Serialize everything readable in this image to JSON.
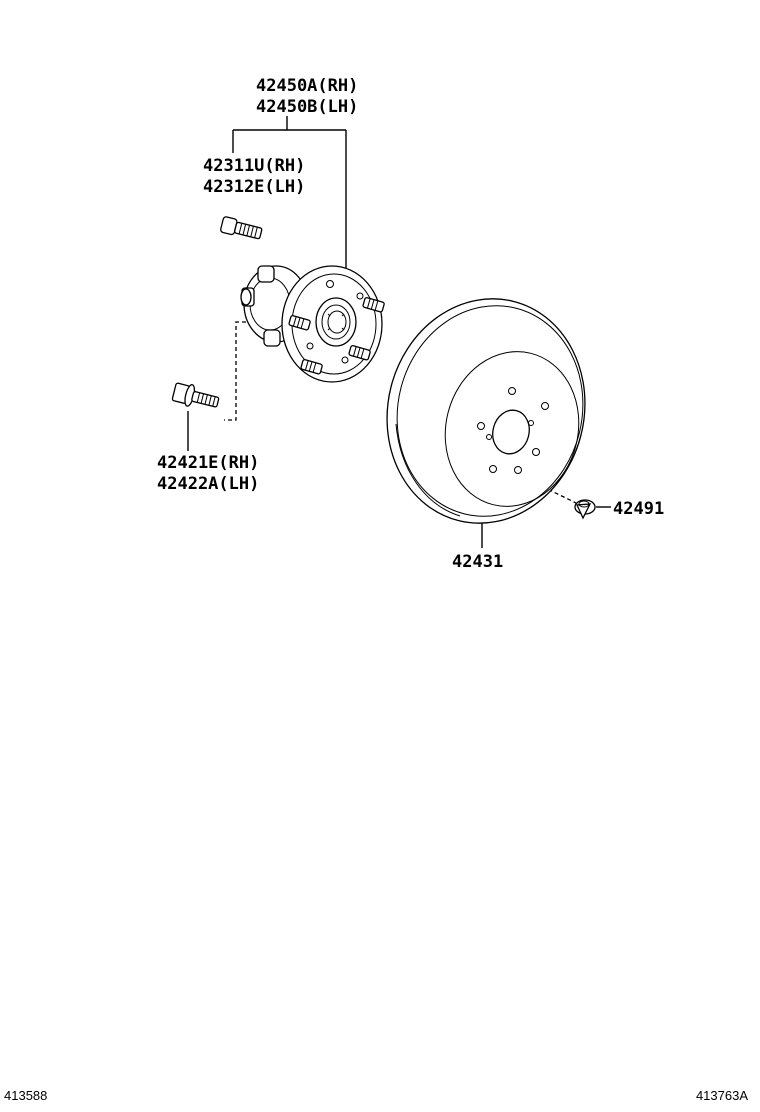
{
  "labels": {
    "hub_rh": "42450A(RH)",
    "hub_lh": "42450B(LH)",
    "bolt_rh": "42311U(RH)",
    "bolt_lh": "42312E(LH)",
    "flange_bolt_rh": "42421E(RH)",
    "flange_bolt_lh": "42422A(LH)",
    "disc": "42431",
    "plug": "42491"
  },
  "footer": {
    "left_code": "413588",
    "right_code": "413763A"
  },
  "icons": [
    "hub-bearing-assembly-icon",
    "hub-bolt-icon",
    "flange-bolt-icon",
    "brake-disc-icon",
    "hole-plug-icon"
  ]
}
